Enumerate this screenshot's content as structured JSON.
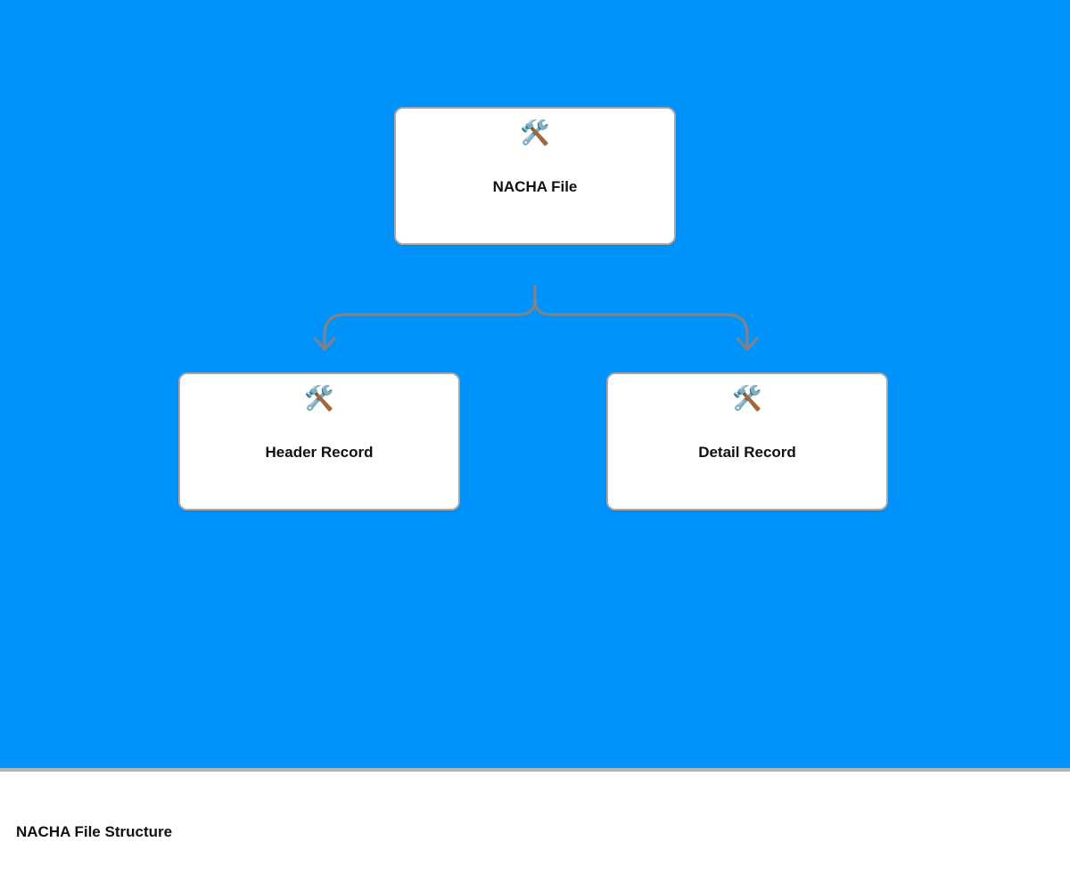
{
  "diagram": {
    "background_color": "#0193fc",
    "connector_color": "#7d838a",
    "node_border_color": "#a5a7ac",
    "nodes": [
      {
        "id": "nacha-file",
        "icon": "hammer-and-wrench-icon",
        "icon_glyph": "🛠️",
        "label": "NACHA File"
      },
      {
        "id": "header-record",
        "icon": "hammer-and-wrench-icon",
        "icon_glyph": "🛠️",
        "label": "Header Record"
      },
      {
        "id": "detail-record",
        "icon": "hammer-and-wrench-icon",
        "icon_glyph": "🛠️",
        "label": "Detail Record"
      }
    ],
    "edges": [
      {
        "from": "nacha-file",
        "to": "header-record"
      },
      {
        "from": "nacha-file",
        "to": "detail-record"
      }
    ]
  },
  "caption": {
    "text": "NACHA File Structure"
  }
}
